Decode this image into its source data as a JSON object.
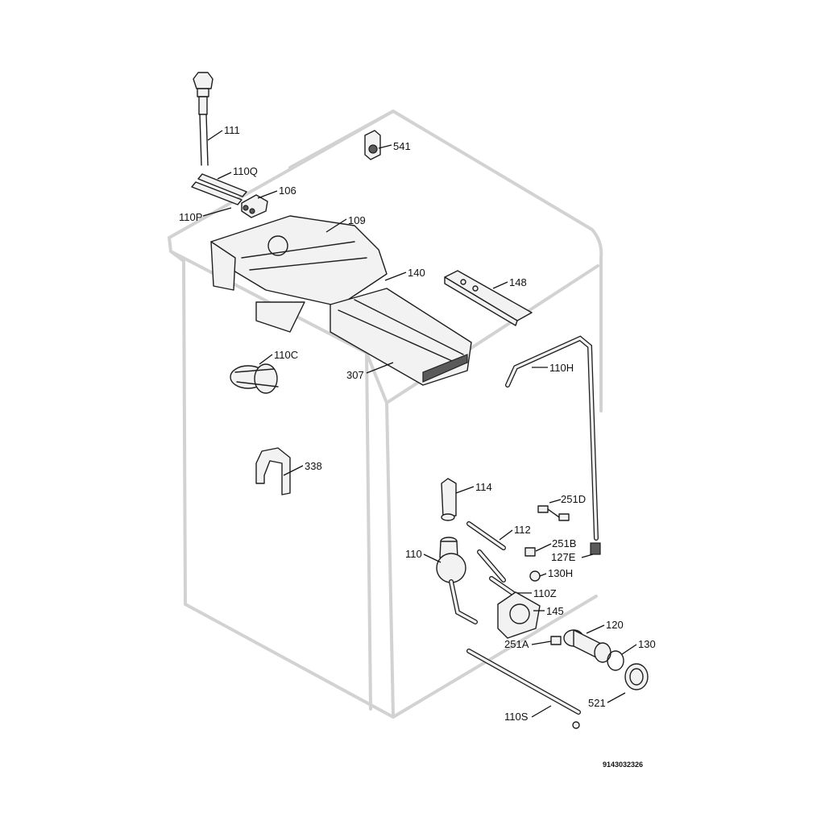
{
  "labels": {
    "p111": "111",
    "p541": "541",
    "p110Q": "110Q",
    "p106": "106",
    "p110P": "110P",
    "p109": "109",
    "p140": "140",
    "p148": "148",
    "p110C": "110C",
    "p307": "307",
    "p110H": "110H",
    "p338": "338",
    "p114": "114",
    "p251D": "251D",
    "p112": "112",
    "p251B": "251B",
    "p110": "110",
    "p127E": "127E",
    "p130H": "130H",
    "p110Z": "110Z",
    "p145": "145",
    "p120": "120",
    "p251A": "251A",
    "p130": "130",
    "p521": "521",
    "p110S": "110S"
  },
  "drawing_code": "9143032326"
}
